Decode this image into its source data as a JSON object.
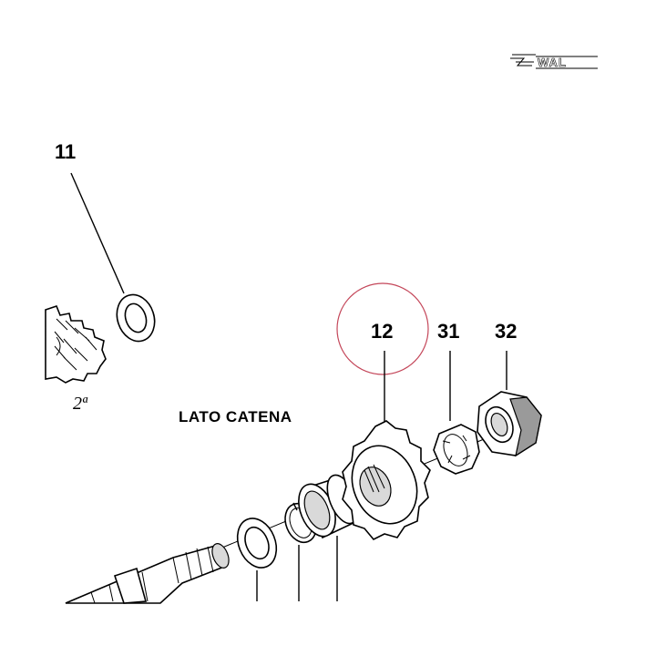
{
  "logo": {
    "text": "WAL"
  },
  "callouts": {
    "p11": "11",
    "p12": "12",
    "p31": "31",
    "p32": "32"
  },
  "side_label": "LATO  CATENA",
  "gear_label": "2ª",
  "colors": {
    "line": "#000000",
    "highlight_circle": "#c4475a",
    "background": "#ffffff"
  }
}
